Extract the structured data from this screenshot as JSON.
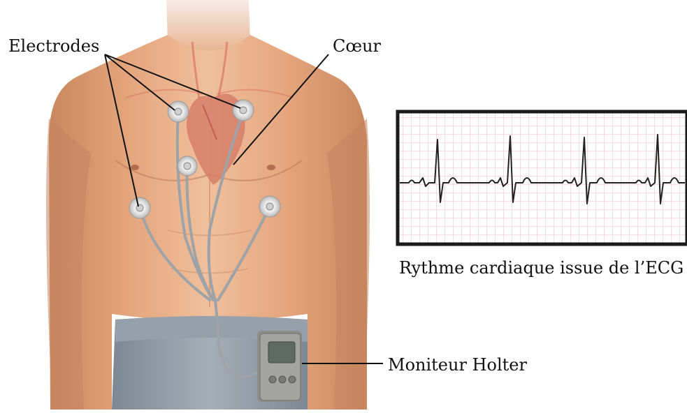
{
  "labels": {
    "electrodes": "Electrodes",
    "heart": "Cœur",
    "ecg_caption": "Rythme cardiaque issue de l’ECG",
    "monitor": "Moniteur Holter"
  },
  "colors": {
    "skin": "#e9b58f",
    "skin_shadow": "#c9875e",
    "pants": "#8f9aa5",
    "electrode": "#e6e6e6",
    "cable": "#9ea3a8",
    "ecg_grid": "#f2b8c0",
    "ecg_trace": "#222222",
    "monitor_body": "#9b9b98"
  },
  "icons": {
    "device": "holter-monitor-icon",
    "heart": "heart-icon"
  }
}
